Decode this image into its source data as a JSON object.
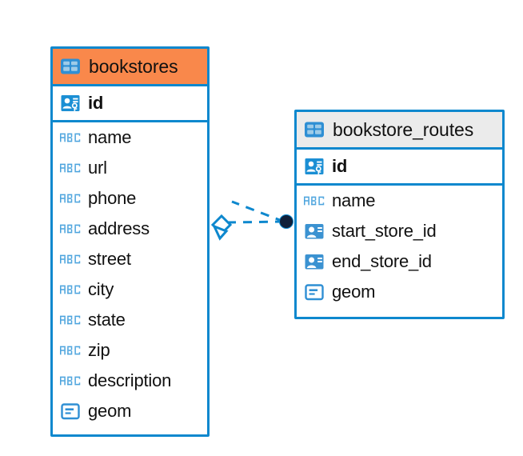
{
  "diagram": {
    "type": "entity-relationship-diagram",
    "background_color": "#ffffff",
    "accent_color": "#0e88ce",
    "highlight_header_color": "#f9884b",
    "default_header_color": "#ebebeb"
  },
  "tables": [
    {
      "name": "bookstores",
      "header_style": "highlighted",
      "header_icon": "table-icon",
      "fields": [
        {
          "label": "id",
          "icon": "primary-key-icon",
          "key": true
        },
        {
          "label": "name",
          "icon": "text-type-icon",
          "key": false
        },
        {
          "label": "url",
          "icon": "text-type-icon",
          "key": false
        },
        {
          "label": "phone",
          "icon": "text-type-icon",
          "key": false
        },
        {
          "label": "address",
          "icon": "text-type-icon",
          "key": false
        },
        {
          "label": "street",
          "icon": "text-type-icon",
          "key": false
        },
        {
          "label": "city",
          "icon": "text-type-icon",
          "key": false
        },
        {
          "label": "state",
          "icon": "text-type-icon",
          "key": false
        },
        {
          "label": "zip",
          "icon": "text-type-icon",
          "key": false
        },
        {
          "label": "description",
          "icon": "text-type-icon",
          "key": false
        },
        {
          "label": "geom",
          "icon": "geometry-type-icon",
          "key": false
        }
      ]
    },
    {
      "name": "bookstore_routes",
      "header_style": "default",
      "header_icon": "table-icon",
      "fields": [
        {
          "label": "id",
          "icon": "primary-key-icon",
          "key": true
        },
        {
          "label": "name",
          "icon": "text-type-icon",
          "key": false
        },
        {
          "label": "start_store_id",
          "icon": "foreign-key-icon",
          "key": false
        },
        {
          "label": "end_store_id",
          "icon": "foreign-key-icon",
          "key": false
        },
        {
          "label": "geom",
          "icon": "geometry-type-icon",
          "key": false
        }
      ]
    }
  ],
  "relationship": {
    "from_table": "bookstore_routes",
    "to_table": "bookstores",
    "line_style": "dashed",
    "line_color": "#0e88ce",
    "source_marker": "filled-circle",
    "target_marker": "diamond-arrow",
    "source_marker_color": "#10203a"
  },
  "icon_glyphs": {
    "text-type-icon": "ABC",
    "table-icon": "table",
    "primary-key-icon": "id-card-key",
    "foreign-key-icon": "id-card",
    "geometry-type-icon": "blob"
  }
}
